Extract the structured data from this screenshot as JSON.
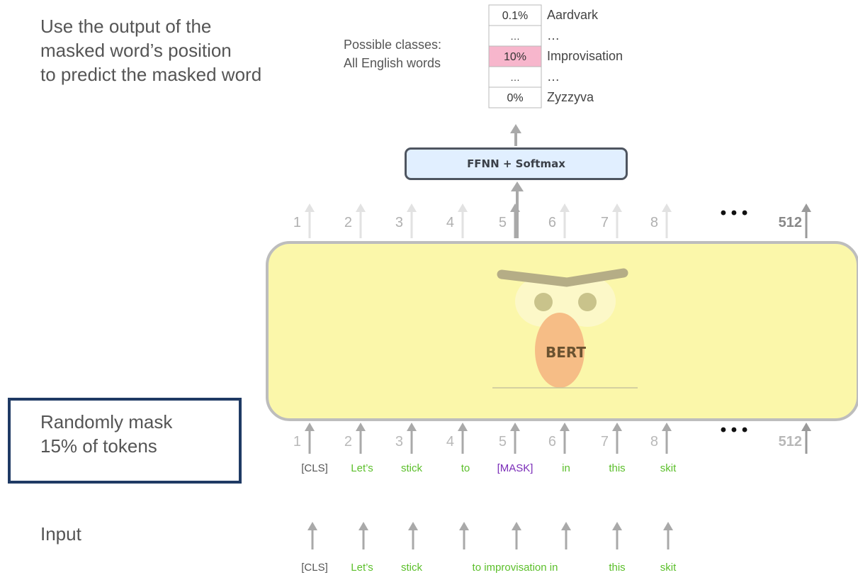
{
  "explanation": {
    "lines": [
      "Use the output of the",
      "masked word’s position",
      "to predict the masked word"
    ]
  },
  "classes_label": {
    "lines": [
      "Possible classes:",
      "All English words"
    ]
  },
  "output_table": [
    {
      "prob": "0.1%",
      "word": "Aardvark",
      "highlight": false
    },
    {
      "prob": "…",
      "word": "…",
      "highlight": false
    },
    {
      "prob": "10%",
      "word": "Improvisation",
      "highlight": true
    },
    {
      "prob": "…",
      "word": "…",
      "highlight": false
    },
    {
      "prob": "0%",
      "word": "Zyzzyva",
      "highlight": false
    }
  ],
  "ffnn_label": "FFNN + Softmax",
  "model_name": "BERT",
  "top_positions": [
    "1",
    "2",
    "3",
    "4",
    "5",
    "6",
    "7",
    "8",
    "512"
  ],
  "bottom_positions": [
    "1",
    "2",
    "3",
    "4",
    "5",
    "6",
    "7",
    "8",
    "512"
  ],
  "ellipsis": "• • •",
  "mask_label": {
    "lines": [
      "Randomly mask",
      "15% of tokens"
    ]
  },
  "masked_tokens": [
    {
      "text": "[CLS]",
      "kind": "special"
    },
    {
      "text": "Let’s",
      "kind": "word"
    },
    {
      "text": "stick",
      "kind": "word"
    },
    {
      "text": "to",
      "kind": "word"
    },
    {
      "text": "[MASK]",
      "kind": "mask"
    },
    {
      "text": "in",
      "kind": "word"
    },
    {
      "text": "this",
      "kind": "word"
    },
    {
      "text": "skit",
      "kind": "word"
    }
  ],
  "input_label": "Input",
  "input_tokens": [
    {
      "text": "[CLS]",
      "kind": "special"
    },
    {
      "text": "Let’s",
      "kind": "word"
    },
    {
      "text": "stick",
      "kind": "word"
    },
    {
      "text": "to improvisation in",
      "kind": "word"
    },
    {
      "text": "this",
      "kind": "word"
    },
    {
      "text": "skit",
      "kind": "word"
    }
  ],
  "colors": {
    "special": "#555555",
    "word": "#5bbf2a",
    "mask": "#7a2cb8",
    "highlight_cell": "#f7b6cc",
    "block_fill": "#fbf7aa",
    "ffnn_fill": "#e1efff"
  }
}
